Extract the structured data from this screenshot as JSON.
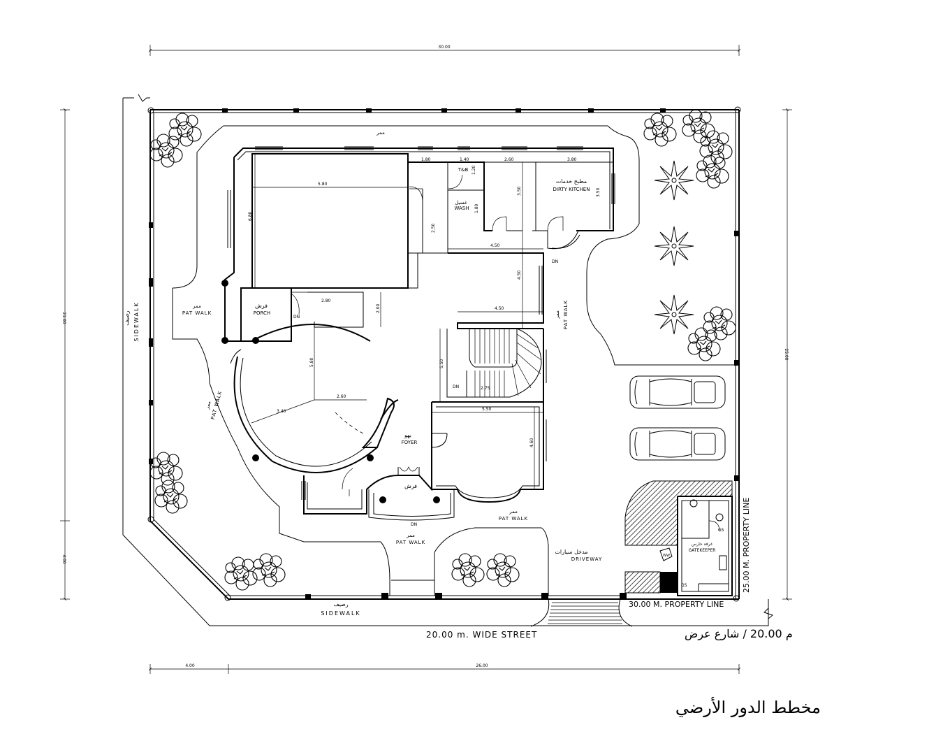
{
  "drawing": {
    "title": "مخطط الدور الأرضي",
    "street": "20.00 m. WIDE  STREET",
    "street_ar": "م 20.00 / شارع عرض",
    "property_line_bottom": "30.00 M.   PROPERTY LINE",
    "property_line_right": "25.00 M.   PROPERTY LINE"
  },
  "overall_dims": {
    "top": "30.00",
    "bottom_left": "4.00",
    "bottom_right": "26.00",
    "left_upper": "21.00",
    "left_lower": "4.00",
    "right": "25.00"
  },
  "labels": {
    "sidewalk_left_ar": "رصيف",
    "sidewalk_left": "SIDEWALK",
    "sidewalk_bottom_ar": "رصيف",
    "sidewalk_bottom": "SIDEWALK",
    "passage_top": "ممر",
    "patwalk_left_ar": "ممر",
    "patwalk_left": "PAT WALK",
    "patwalk_curve_ar": "ممر",
    "patwalk_curve": "PAT WALK",
    "patwalk_right_ar": "ممر",
    "patwalk_right": "PAT WALK",
    "patwalk_front_ar": "ممر",
    "patwalk_front": "PAT WALK",
    "patwalk_bottom_ar": "ممر",
    "patwalk_bottom": "PAT WALK",
    "porch_ar": "فرش",
    "porch": "PORCH",
    "porch2_ar": "فرش",
    "foyer_ar": "بهو",
    "foyer": "FOYER",
    "wash_ar": "غسيل",
    "wash": "WASH",
    "tb": "T&B",
    "dirty_kitchen_ar": "مطبخ خدمات",
    "dirty_kitchen": "DIRTY KITCHEN",
    "driveway_ar": "مدخل سيارات",
    "driveway": "DRIVEWAY",
    "gatekeeper_ar": "غرفة حارس",
    "gatekeeper": "GATEKEEPER",
    "dn": "DN",
    "dn2": "DN",
    "dn3": "DN",
    "dn4": "DN",
    "gs": "GS",
    "gs2": "GS",
    "ww": "WW"
  },
  "room_dims": {
    "hall_w": "5.80",
    "hall_h": "6.80",
    "d1": "1.80",
    "d2": "1.40",
    "d3": "1.20",
    "d4": "2.60",
    "d5": "3.80",
    "d6": "3.50",
    "d7": "3.50",
    "d8": "1.80",
    "d9": "2.50",
    "d10": "4.50",
    "d11": "4.50",
    "d12": "4.50",
    "d13": "2.80",
    "d14": "2.00",
    "d15": "5.80",
    "d16": "3.40",
    "d17": "2.60",
    "d18": "5.50",
    "d19": "2.75",
    "d20": "5.50",
    "d21": "4.60"
  }
}
